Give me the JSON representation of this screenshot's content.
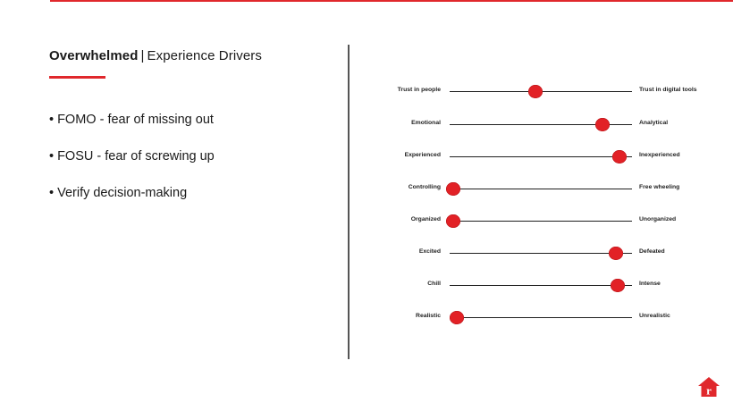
{
  "slide": {
    "title_bold": "Overwhelmed",
    "title_separator": "|",
    "title_rest": "Experience Drivers",
    "accent_color": "#e0282c"
  },
  "bullets": [
    {
      "marker": "•",
      "text": "FOMO - fear of missing out"
    },
    {
      "marker": "•",
      "text": "FOSU - fear of screwing up"
    },
    {
      "marker": "•",
      "text": "Verify decision-making"
    }
  ],
  "sliders": [
    {
      "left": "Trust in people",
      "right": "Trust in digital tools",
      "position": 0.47
    },
    {
      "left": "Emotional",
      "right": "Analytical",
      "position": 0.84
    },
    {
      "left": "Experienced",
      "right": "Inexperienced",
      "position": 0.93
    },
    {
      "left": "Controlling",
      "right": "Free wheeling",
      "position": 0.02
    },
    {
      "left": "Organized",
      "right": "Unorganized",
      "position": 0.02
    },
    {
      "left": "Excited",
      "right": "Defeated",
      "position": 0.91
    },
    {
      "left": "Chill",
      "right": "Intense",
      "position": 0.92
    },
    {
      "left": "Realistic",
      "right": "Unrealistic",
      "position": 0.04
    }
  ],
  "logo": {
    "icon": "house-r-logo-icon",
    "letter": "r",
    "color": "#e0282c"
  }
}
